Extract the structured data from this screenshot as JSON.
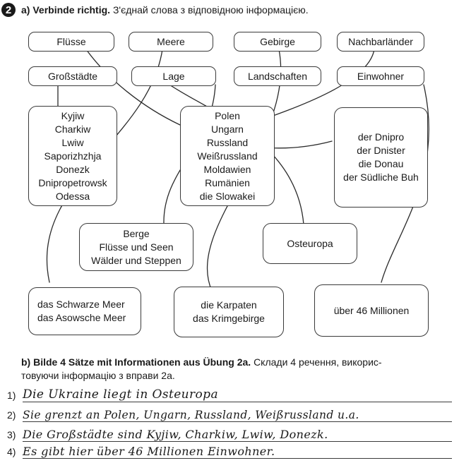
{
  "exercise": {
    "number": "2",
    "part_a": {
      "letter": "a)",
      "instruction_de": "Verbinde richtig.",
      "instruction_uk": "З'єднай слова з відповідною інформацією."
    },
    "labels": [
      "Flüsse",
      "Meere",
      "Gebirge",
      "Nachbarländer",
      "Großstädte",
      "Lage",
      "Landschaften",
      "Einwohner"
    ],
    "boxes": {
      "cities": [
        "Kyjiw",
        "Charkiw",
        "Lwiw",
        "Saporizhzhja",
        "Donezk",
        "Dnipropetrowsk",
        "Odessa"
      ],
      "countries": [
        "Polen",
        "Ungarn",
        "Russland",
        "Weißrussland",
        "Moldawien",
        "Rumänien",
        "die Slowakei"
      ],
      "rivers": [
        "der Dnipro",
        "der Dnister",
        "die Donau",
        "der Südliche Buh"
      ],
      "landscapes": [
        "Berge",
        "Flüsse und Seen",
        "Wälder und Steppen"
      ],
      "location": [
        "Osteuropa"
      ],
      "seas": [
        "das Schwarze Meer",
        "das Asowsche Meer"
      ],
      "mountains": [
        "die Karpaten",
        "das Krimgebirge"
      ],
      "population": [
        "über 46 Millionen"
      ]
    },
    "part_b": {
      "letter": "b)",
      "instruction_de": "Bilde 4 Sätze mit Informationen aus Übung 2a.",
      "instruction_uk_1": "Склади 4 речення, викорис-",
      "instruction_uk_2": "товуючи інформацію з вправи 2а."
    },
    "answers": [
      {
        "num": "1)",
        "text": "Die Ukraine liegt in Osteuropa"
      },
      {
        "num": "2)",
        "text": "Sie grenzt an Polen, Ungarn, Russland, Weißrussland u.a."
      },
      {
        "num": "3)",
        "text": "Die Großstädte sind Kyjiw, Charkiw, Lwiw, Donezk."
      },
      {
        "num": "4)",
        "text": "Es gibt hier über 46 Millionen Einwohner."
      }
    ]
  }
}
